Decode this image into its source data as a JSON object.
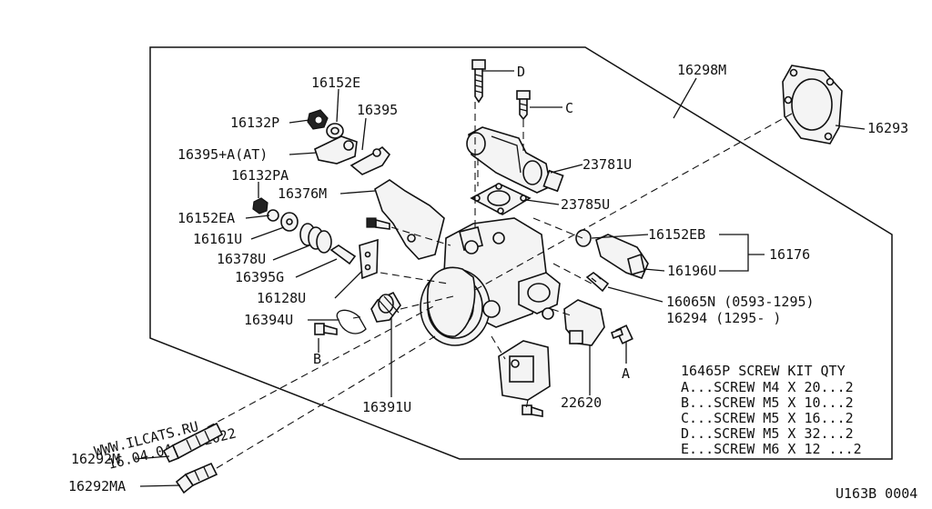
{
  "diagram_code": "U163B 0004",
  "watermark": {
    "site": "WWW.ILCATS.RU",
    "date": "16.04.04.06.2022"
  },
  "parts": {
    "p16152E": "16152E",
    "p16132P": "16132P",
    "p16395": "16395",
    "p16395A": "16395+A(AT)",
    "p16132PA": "16132PA",
    "p16376M": "16376M",
    "p16152EA": "16152EA",
    "p16161U": "16161U",
    "p16378U": "16378U",
    "p16395G": "16395G",
    "p16128U": "16128U",
    "p16394U": "16394U",
    "p16391U": "16391U",
    "p16292M": "16292M",
    "p16292MA": "16292MA",
    "p16298M": "16298M",
    "p16293": "16293",
    "p23781U": "23781U",
    "p23785U": "23785U",
    "p16152EB": "16152EB",
    "p16196U": "16196U",
    "p16176": "16176",
    "p16065N": "16065N (0593-1295)",
    "p16294": "16294  (1295-     )",
    "p22620": "22620"
  },
  "callouts": {
    "A": "A",
    "B": "B",
    "C": "C",
    "D": "D"
  },
  "screw_kit": {
    "header": "16465P  SCREW KIT  QTY",
    "rows": [
      "A...SCREW M4 X 20...2",
      "B...SCREW M5 X 10...2",
      "C...SCREW M5 X 16...2",
      "D...SCREW M5 X 32...2",
      "E...SCREW M6 X 12 ...2"
    ]
  }
}
